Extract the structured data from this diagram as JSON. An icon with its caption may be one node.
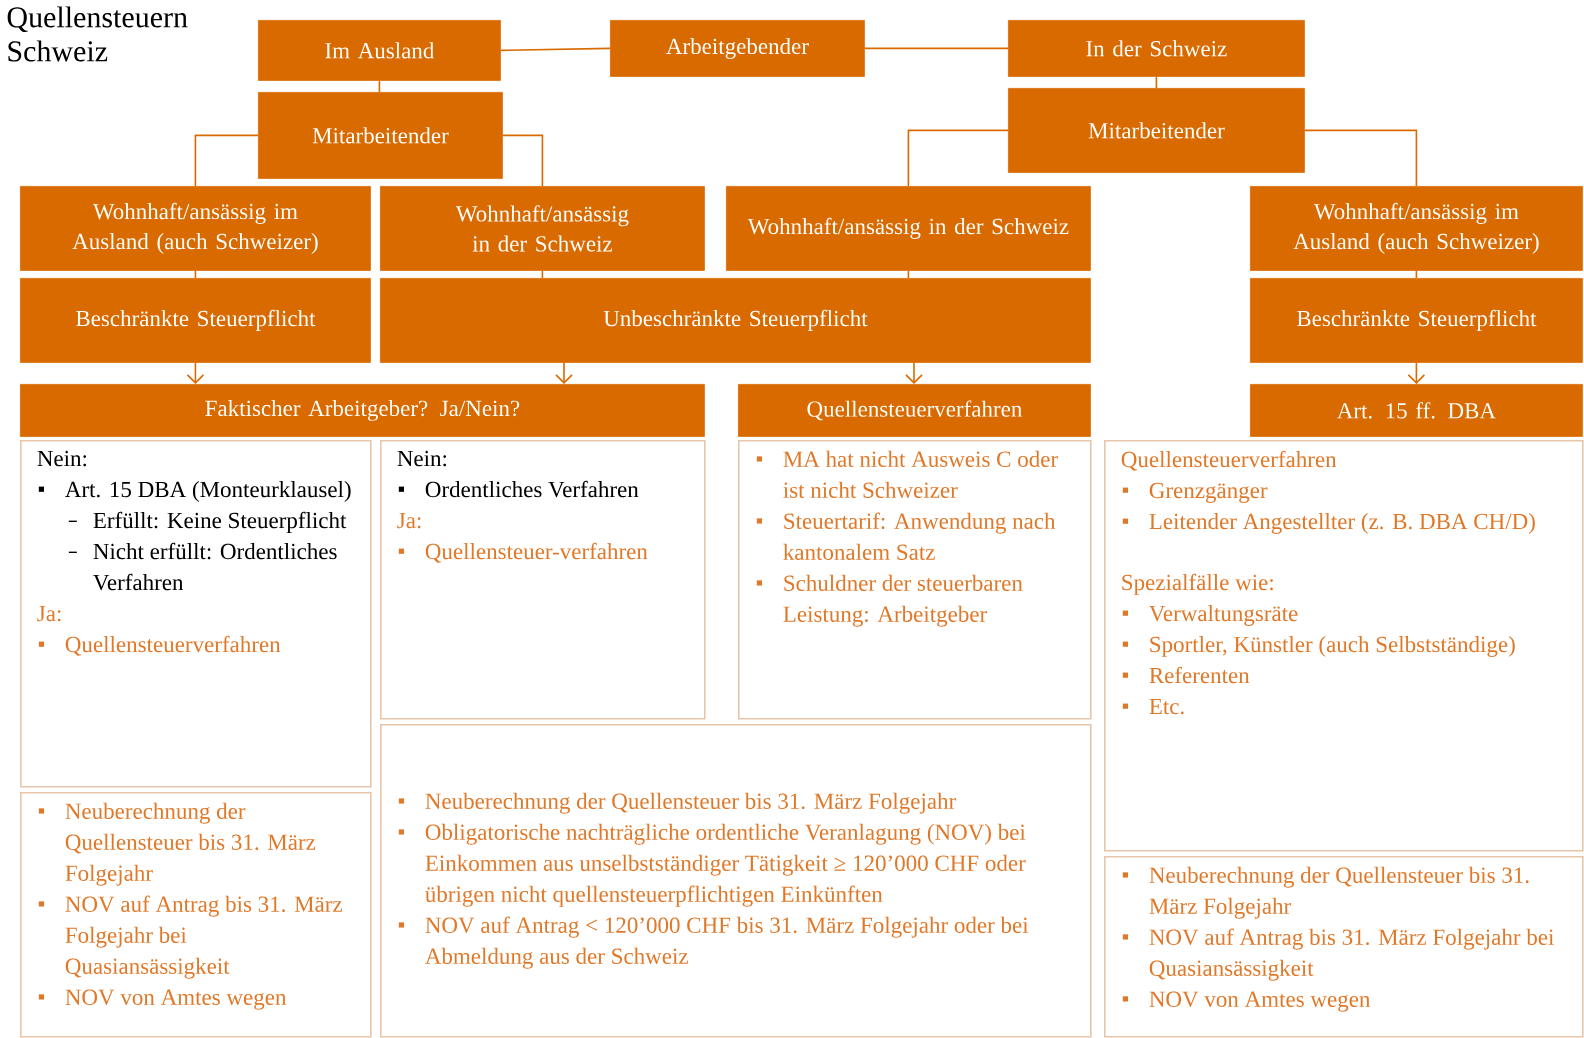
{
  "diagram": {
    "title": "Quellensteuern Schweiz",
    "nodes": [
      {
        "text": [
          "Im Ausland"
        ]
      },
      {
        "text": [
          "Arbeitgebender"
        ]
      },
      {
        "text": [
          "In der Schweiz"
        ]
      },
      {
        "text": [
          "Mitarbeitender"
        ]
      },
      {
        "text": [
          "Mitarbeitender"
        ]
      },
      {
        "text": [
          "Wohnhaft/ansässig im Ausland (auch Schweizer)"
        ]
      },
      {
        "text": [
          "Wohnhaft/ansässig in der Schweiz"
        ]
      },
      {
        "text": [
          "Wohnhaft/ansässig in der Schweiz"
        ]
      },
      {
        "text": [
          "Wohnhaft/ansässig im Ausland (auch Schweizer)"
        ]
      },
      {
        "text": [
          "Beschränkte Steuerpflicht"
        ]
      },
      {
        "text": [
          "Unbeschränkte Steuerpflicht"
        ]
      },
      {
        "text": [
          "Beschränkte Steuerpflicht"
        ]
      },
      {
        "text": [
          "Faktischer Arbeitgeber? Ja/Nein?"
        ]
      },
      {
        "text": [
          "Quellensteuerverfahren"
        ]
      },
      {
        "text": [
          "Art. 15 ff. DBA"
        ]
      },
      {
        "text": [
          "Nein:",
          "Art. 15 DBA (Monteurklausel)",
          "Erfüllt: Keine Steuerpflicht",
          "Nicht erfüllt: Ordentliches Verfahren",
          "Ja:",
          "Quellensteuerverfahren"
        ]
      },
      {
        "text": [
          "Nein:",
          "Ordentliches Verfahren",
          "Ja:",
          "Quellensteuer-verfahren"
        ]
      },
      {
        "text": [
          "MA hat nicht Ausweis C oder ist nicht Schweizer",
          "Steuertarif: Anwendung nach kantonalem Satz",
          "Schuldner der steuerbaren Leistung: Arbeitgeber"
        ]
      },
      {
        "text": [
          "Quellensteuerverfahren",
          "Grenzgänger",
          "Leitender Angestellter (z. B. DBA CH/D)",
          "Spezialfälle wie:",
          "Verwaltungsräte",
          "Sportler, Künstler (auch Selbstständige)",
          "Referenten",
          "Etc."
        ]
      },
      {
        "text": [
          "Neuberechnung der Quellensteuer bis 31. März Folgejahr",
          "NOV auf Antrag bis 31. März Folgejahr bei Quasiansässigkeit",
          "NOV von Amtes wegen"
        ]
      },
      {
        "text": [
          "Neuberechnung der Quellensteuer bis 31. März Folgejahr",
          "Obligatorische nachträgliche ordentliche Veranlagung (NOV) bei Einkommen aus unselbstständiger Tätigkeit ≥ 120’000 CHF oder übrigen nicht quellensteuerpflichtigen Einkünften",
          "NOV auf Antrag < 120’000 CHF bis 31. März Folgejahr oder bei Abmeldung aus der Schweiz"
        ]
      },
      {
        "text": [
          "Neuberechnung der Quellensteuer bis 31. März Folgejahr",
          "NOV auf Antrag bis 31. März Folgejahr bei Quasiansässigkeit",
          "NOV von Amtes wegen"
        ]
      }
    ],
    "edges": [
      {
        "from": 0,
        "to": 1,
        "arrow": "none"
      },
      {
        "from": 1,
        "to": 2,
        "arrow": "none"
      },
      {
        "from": 0,
        "to": 3,
        "arrow": "none"
      },
      {
        "from": 2,
        "to": 4,
        "arrow": "none"
      },
      {
        "from": 3,
        "to": 5,
        "arrow": "none"
      },
      {
        "from": 3,
        "to": 6,
        "arrow": "none"
      },
      {
        "from": 4,
        "to": 7,
        "arrow": "none"
      },
      {
        "from": 4,
        "to": 8,
        "arrow": "none"
      },
      {
        "from": 5,
        "to": 9,
        "arrow": "none"
      },
      {
        "from": 6,
        "to": 10,
        "arrow": "none"
      },
      {
        "from": 7,
        "to": 10,
        "arrow": "none"
      },
      {
        "from": 8,
        "to": 11,
        "arrow": "none"
      },
      {
        "from": 9,
        "to": 12,
        "arrow": "to"
      },
      {
        "from": 10,
        "to": 12,
        "arrow": "to"
      },
      {
        "from": 10,
        "to": 13,
        "arrow": "to"
      },
      {
        "from": 11,
        "to": 14,
        "arrow": "to"
      }
    ]
  }
}
